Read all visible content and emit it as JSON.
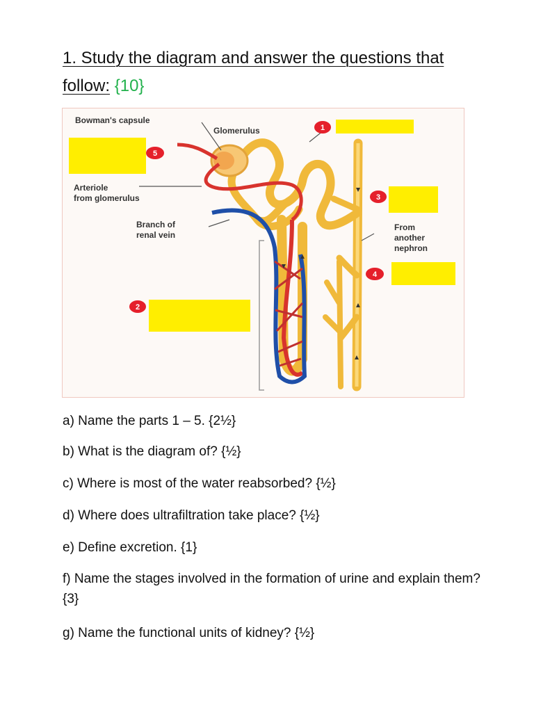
{
  "heading": {
    "text": "1. Study the diagram and answer the questions that follow:",
    "marks": "{10}"
  },
  "diagram": {
    "labels": {
      "bowmans_capsule": "Bowman's capsule",
      "glomerulus": "Glomerulus",
      "arteriole_line1": "Arteriole",
      "arteriole_line2": "from glomerulus",
      "branch_line1": "Branch of",
      "branch_line2": "renal vein",
      "from_line1": "From",
      "from_line2": "another",
      "from_line3": "nephron"
    },
    "markers": [
      "1",
      "2",
      "3",
      "4",
      "5"
    ],
    "colors": {
      "answer_box": "#ffee00",
      "marker": "#e5202b",
      "tubule": "#f5c542",
      "artery": "#d8332d",
      "vein": "#1f4fa8"
    }
  },
  "questions": [
    "a) Name the parts 1 – 5. {2½}",
    "b) What is the diagram of? {½}",
    "c) Where is most of the water reabsorbed? {½}",
    "d) Where does ultrafiltration take place? {½}",
    "e) Define excretion. {1}",
    "f) Name the stages involved in the formation of urine and explain them? {3}",
    "g) Name the functional units of kidney? {½}"
  ]
}
